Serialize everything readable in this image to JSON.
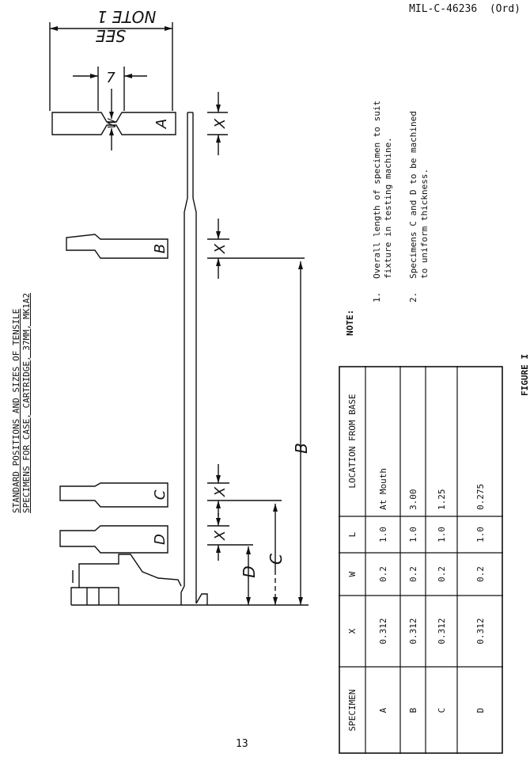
{
  "header": {
    "doc_number": "MIL-C-46236",
    "suffix": "(Ord)"
  },
  "title": {
    "line1": "STANDARD POSITIONS AND SIZES OF TENSILE",
    "line2": "SPECIMENS FOR CASE, CARTRIDGE, 37MM, MK1A2"
  },
  "drawing": {
    "see_note_line1": "NOTE 1",
    "see_note_line2": "SEE",
    "dim_7": "7",
    "dim_w": "W",
    "dim_x": "X",
    "letters": {
      "a": "A",
      "b": "B",
      "c": "C",
      "d": "D"
    }
  },
  "table": {
    "headers": [
      "SPECIMEN",
      "X",
      "W",
      "L",
      "LOCATION FROM BASE"
    ],
    "rows": [
      [
        "A",
        "0.312",
        "0.2",
        "1.0",
        "At Mouth"
      ],
      [
        "B",
        "0.312",
        "0.2",
        "1.0",
        "3.00"
      ],
      [
        "C",
        "0.312",
        "0.2",
        "1.0",
        "1.25"
      ],
      [
        "D",
        "0.312",
        "0.2",
        "1.0",
        "0.275"
      ]
    ]
  },
  "notes": {
    "label": "NOTE:",
    "items": [
      {
        "num": "1.",
        "line1": "Overall length of specimen to suit",
        "line2": "fixture in testing machine."
      },
      {
        "num": "2.",
        "line1": "Specimens C and D to be machined",
        "line2": "to uniform thickness."
      }
    ]
  },
  "figure_caption": "FIGURE I",
  "page_number": "13"
}
